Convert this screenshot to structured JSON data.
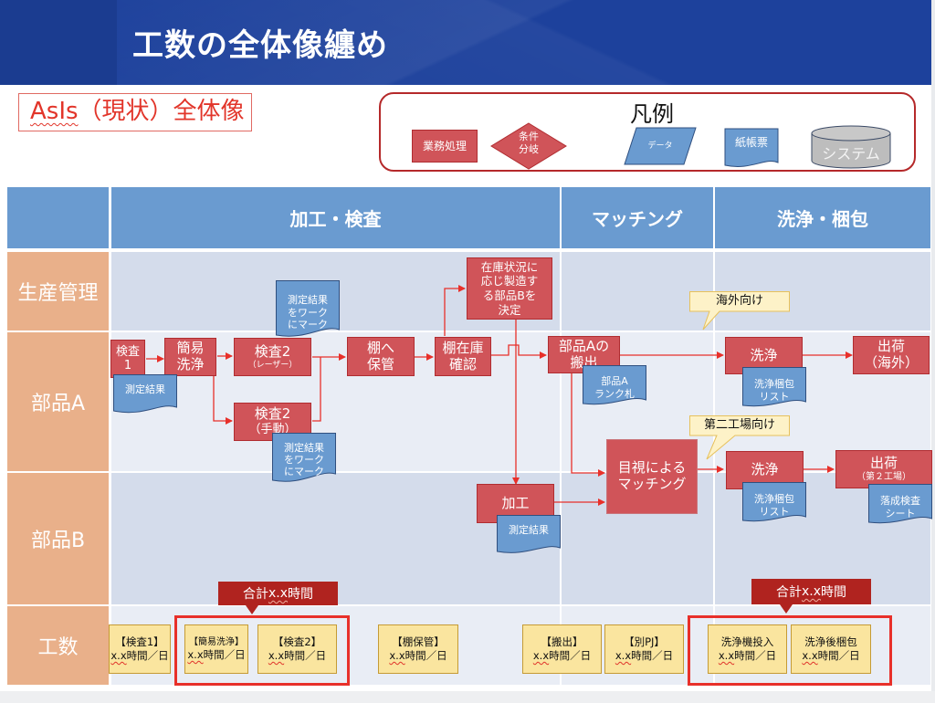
{
  "slide": {
    "title": "工数の全体像纏め",
    "subtitle": "AsIs（現状）全体像",
    "subtitle_parts": [
      "AsIs",
      "（現状）全体像"
    ]
  },
  "legend": {
    "title": "凡例",
    "items": [
      {
        "shape": "process-rect",
        "label": "業務処理",
        "color": "#d05459"
      },
      {
        "shape": "decision-diamond",
        "label": "条件\n分岐",
        "label_lines": [
          "条件",
          "分岐"
        ],
        "color": "#d05459"
      },
      {
        "shape": "data-parallelogram",
        "label": "データ",
        "color": "#6a9bd0"
      },
      {
        "shape": "document",
        "label": "紙帳票",
        "color": "#6a9bd0"
      },
      {
        "shape": "system-cylinder",
        "label": "システム",
        "color": "#bdbdbd"
      }
    ]
  },
  "columns": [
    {
      "label": "加工・検査"
    },
    {
      "label": "マッチング"
    },
    {
      "label": "洗浄・梱包"
    }
  ],
  "rows": [
    {
      "label": "生産管理"
    },
    {
      "label": "部品A"
    },
    {
      "label": "部品B"
    },
    {
      "label": "工数"
    }
  ],
  "processes": {
    "kensa1": {
      "lines": [
        "検査",
        "1"
      ]
    },
    "kani_senjo": {
      "lines": [
        "簡易",
        "洗浄"
      ]
    },
    "kensa2_laser": {
      "lines": [
        "検査2",
        "（レーザー）"
      ]
    },
    "kensa2_manual": {
      "lines": [
        "検査2",
        "（手動）"
      ]
    },
    "tana_hokan": {
      "lines": [
        "棚へ",
        "保管"
      ]
    },
    "tana_zaiko": {
      "lines": [
        "棚在庫",
        "確認"
      ]
    },
    "decide_b": {
      "lines": [
        "在庫状況に",
        "応じ製造す",
        "る部品Bを",
        "決定"
      ]
    },
    "buhin_a_out": {
      "lines": [
        "部品Aの",
        "搬出"
      ]
    },
    "kako": {
      "lines": [
        "加工"
      ]
    },
    "matching": {
      "lines": [
        "目視による",
        "マッチング"
      ]
    },
    "senjo_overseas": {
      "lines": [
        "洗浄"
      ]
    },
    "ship_overseas": {
      "lines": [
        "出荷",
        "（海外）"
      ]
    },
    "senjo_plant2": {
      "lines": [
        "洗浄"
      ]
    },
    "ship_plant2": {
      "lines": [
        "出荷",
        "（第２工場）"
      ]
    }
  },
  "documents": {
    "sokutei1": {
      "lines": [
        "測定結果"
      ]
    },
    "mark_laser": {
      "lines": [
        "測定結果",
        "をワーク",
        "にマーク"
      ]
    },
    "mark_manual": {
      "lines": [
        "測定結果",
        "をワーク",
        "にマーク"
      ]
    },
    "rank_tag": {
      "lines": [
        "部品A",
        "ランク札"
      ]
    },
    "sokutei_kako": {
      "lines": [
        "測定結果"
      ]
    },
    "pack_list1": {
      "lines": [
        "洗浄梱包",
        "リスト"
      ]
    },
    "pack_list2": {
      "lines": [
        "洗浄梱包",
        "リスト"
      ]
    },
    "final_sheet": {
      "lines": [
        "落成検査",
        "シート"
      ]
    }
  },
  "callouts": {
    "overseas": "海外向け",
    "plant2": "第二工場向け"
  },
  "effort": {
    "items": [
      {
        "name": "【検査1】",
        "value": "x.x",
        "unit": "時間／日"
      },
      {
        "name": "【簡易洗浄】",
        "value": "x.x",
        "unit": "時間／日"
      },
      {
        "name": "【検査2】",
        "value": "x.x",
        "unit": "時間／日"
      },
      {
        "name": "【棚保管】",
        "value": "x.x",
        "unit": "時間／日"
      },
      {
        "name": "【搬出】",
        "value": "x.x",
        "unit": "時間／日"
      },
      {
        "name": "【別PJ】",
        "value": "x.x",
        "unit": "時間／日"
      },
      {
        "name": "洗浄機投入",
        "value": "x.x",
        "unit": "時間／日"
      },
      {
        "name": "洗浄後梱包",
        "value": "x.x",
        "unit": "時間／日"
      }
    ],
    "totals": [
      {
        "prefix": "合計",
        "value": "x.x",
        "unit": "時間"
      },
      {
        "prefix": "合計",
        "value": "x.x",
        "unit": "時間"
      }
    ]
  },
  "colors": {
    "header": "#1d419c",
    "process": "#d05459",
    "document": "#6a9bd0",
    "column_header": "#6a9bd0",
    "row_label": "#e9b08a",
    "effort_card": "#fae59f",
    "highlight": "#e8302a",
    "total_badge": "#b0231f",
    "callout": "#fdf2c8"
  }
}
